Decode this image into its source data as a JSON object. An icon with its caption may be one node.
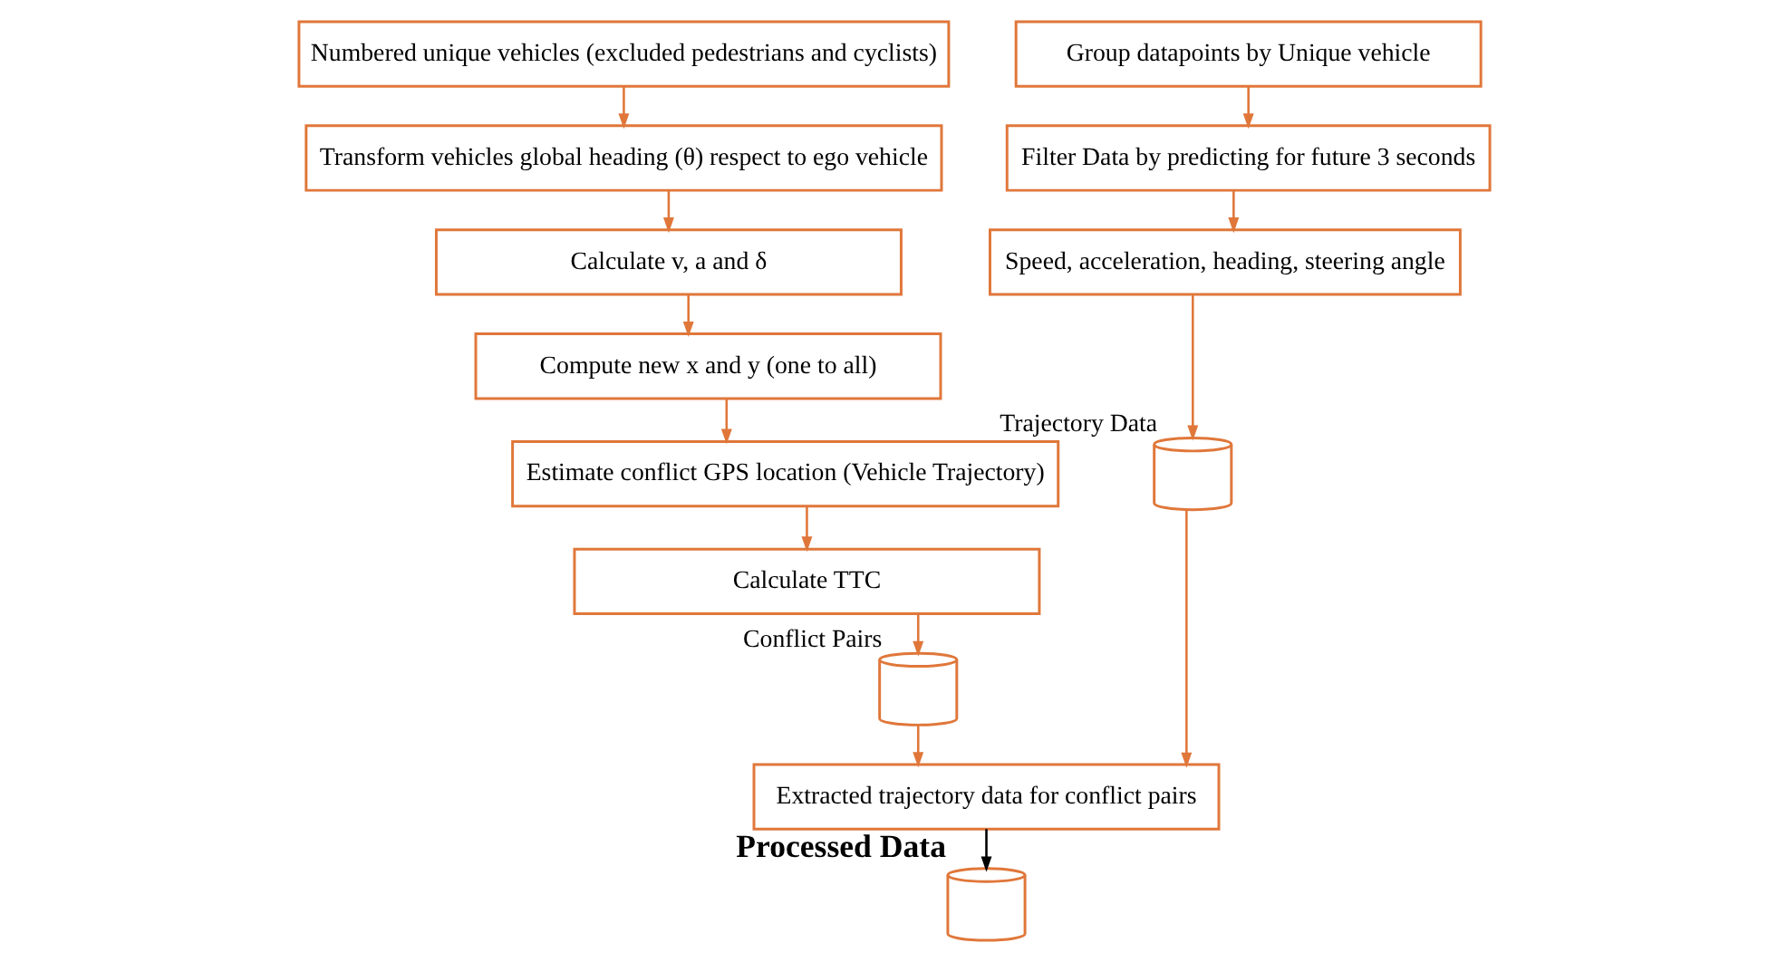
{
  "diagram": {
    "nodes": [
      {
        "text": [
          "Numbered unique vehicles (excluded pedestrians and cyclists)"
        ]
      },
      {
        "text": [
          "Transform vehicles global heading (θ) respect to ego vehicle"
        ]
      },
      {
        "text": [
          "Calculate v, a and δ"
        ]
      },
      {
        "text": [
          "Compute new x and y (one to all)"
        ]
      },
      {
        "text": [
          "Estimate conflict GPS location (Vehicle Trajectory)"
        ]
      },
      {
        "text": [
          "Calculate TTC"
        ]
      },
      {
        "text": [],
        "shape": "cylinder",
        "beside": [
          "Conflict Pairs"
        ]
      },
      {
        "text": [
          "Group datapoints by Unique vehicle"
        ]
      },
      {
        "text": [
          "Filter Data by predicting for future 3 seconds"
        ]
      },
      {
        "text": [
          "Speed, acceleration, heading, steering angle"
        ]
      },
      {
        "text": [],
        "shape": "cylinder",
        "beside": [
          "Trajectory Data"
        ]
      },
      {
        "text": [
          "Extracted trajectory data for conflict pairs"
        ]
      },
      {
        "text": [],
        "shape": "cylinder",
        "beside": [
          "Processed Data"
        ]
      }
    ],
    "edges": [
      {
        "from": 0,
        "to": 1,
        "arrow": "to"
      },
      {
        "from": 1,
        "to": 2,
        "arrow": "to"
      },
      {
        "from": 2,
        "to": 3,
        "arrow": "to"
      },
      {
        "from": 3,
        "to": 4,
        "arrow": "to"
      },
      {
        "from": 4,
        "to": 5,
        "arrow": "to"
      },
      {
        "from": 5,
        "to": 6,
        "arrow": "to"
      },
      {
        "from": 6,
        "to": 11,
        "arrow": "to"
      },
      {
        "from": 7,
        "to": 8,
        "arrow": "to"
      },
      {
        "from": 8,
        "to": 9,
        "arrow": "to"
      },
      {
        "from": 9,
        "to": 10,
        "arrow": "to"
      },
      {
        "from": 10,
        "to": 11,
        "arrow": "to"
      },
      {
        "from": 11,
        "to": 12,
        "arrow": "to",
        "color": "#000000"
      }
    ]
  }
}
